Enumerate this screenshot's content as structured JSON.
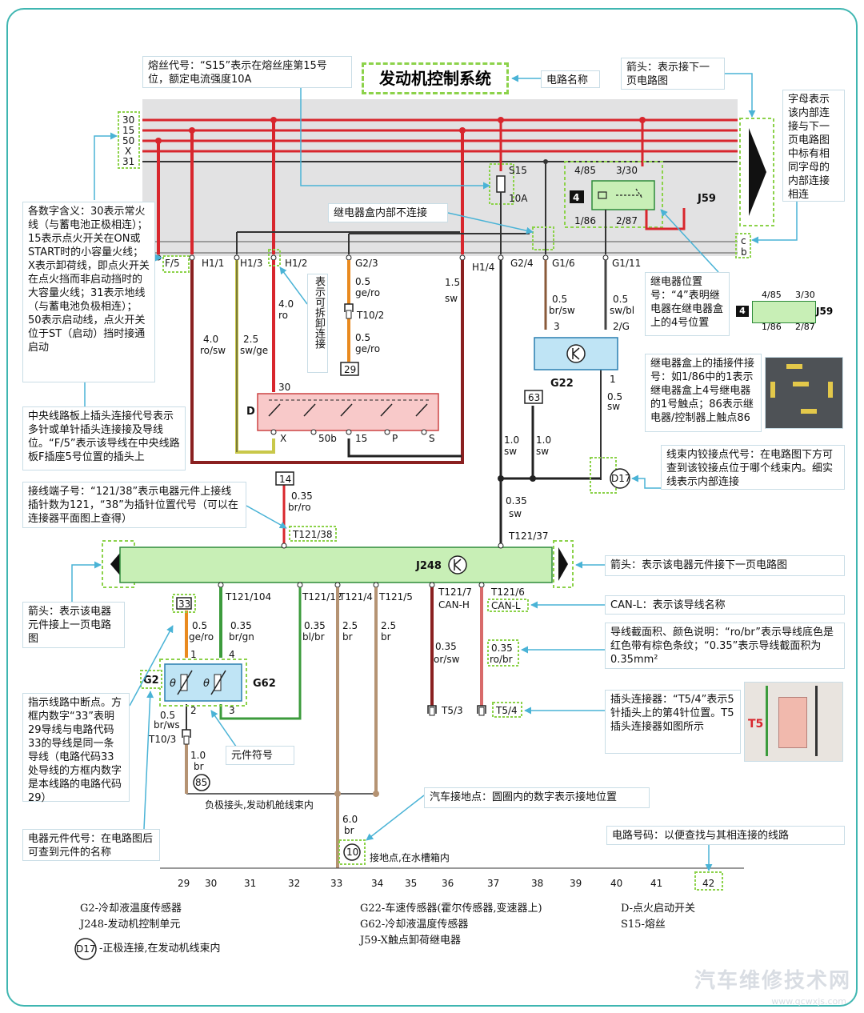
{
  "title": "发动机控制系统",
  "colors": {
    "red": "#d8262d",
    "green_box": "#c8efb6",
    "blue_box": "#bfe4f5",
    "callout_line": "#4ab3d6",
    "dashed": "#8cd24a"
  },
  "rails": [
    "30",
    "15",
    "50",
    "X",
    "31"
  ],
  "side_letters": [
    "c",
    "b"
  ],
  "connectors": {
    "f5": "F/5",
    "h1_1": "H1/1",
    "h1_3": "H1/3",
    "h1_2": "H1/2",
    "g2_3": "G2/3",
    "h1_4": "H1/4",
    "g2_4": "G2/4",
    "g1_6": "G1/6",
    "g1_11": "G1/11",
    "t10_2": "T10/2",
    "t10_3": "T10/3",
    "t121_38": "T121/38",
    "t121_37": "T121/37",
    "t121_104": "T121/104",
    "t121_12": "T121/12",
    "t121_4": "T121/4",
    "t121_5": "T121/5",
    "t121_7": "T121/7",
    "t121_6": "T121/6",
    "t5_3": "T5/3",
    "t5_4": "T5/4"
  },
  "wires": {
    "w_h11": [
      "4.0",
      "ro/sw"
    ],
    "w_h13": [
      "2.5",
      "sw/ge"
    ],
    "w_h12": [
      "4.0",
      "ro"
    ],
    "w_g23a": [
      "0.5",
      "ge/ro"
    ],
    "w_g23b": [
      "0.5",
      "ge/ro"
    ],
    "w_h14": [
      "1.5",
      "sw"
    ],
    "w_g16": [
      "0.5",
      "br/sw"
    ],
    "w_g111": [
      "0.5",
      "sw/bl"
    ],
    "w_g22": [
      "0.5",
      "sw"
    ],
    "w_s1": [
      "1.0",
      "sw"
    ],
    "w_s2": [
      "1.0",
      "sw"
    ],
    "w_s3": [
      "0.35",
      "sw"
    ],
    "w_14": [
      "0.35",
      "br/ro"
    ],
    "w_33": [
      "0.5",
      "ge/ro"
    ],
    "w_104": [
      "0.35",
      "br/gn"
    ],
    "w_12": [
      "0.35",
      "bl/br"
    ],
    "w_t4": [
      "2.5",
      "br"
    ],
    "w_t5": [
      "2.5",
      "br"
    ],
    "w_canh": [
      "0.35",
      "or/sw"
    ],
    "w_canl": [
      "0.35",
      "ro/br"
    ],
    "w_g2a": [
      "0.5",
      "br/ws"
    ],
    "w_g2b": [
      "1.0",
      "br"
    ],
    "w_gnd": [
      "6.0",
      "br"
    ]
  },
  "components": {
    "s15": "S15",
    "s15_rating": "10A",
    "j59": "J59",
    "relay_pos": "4",
    "relay_pins": [
      "4/85",
      "3/30",
      "1/86",
      "2/87"
    ],
    "g22": "G22",
    "g22_pins": [
      "3",
      "2/G",
      "1"
    ],
    "d": "D",
    "d_pins": [
      "30",
      "X",
      "50b",
      "15",
      "P",
      "S"
    ],
    "j248": "J248",
    "g2": "G2",
    "g62": "G62",
    "g_pins": [
      "1",
      "4",
      "2",
      "3"
    ],
    "can_h": "CAN-H",
    "can_l": "CAN-L"
  },
  "refs": {
    "r29": "29",
    "r63": "63",
    "r14": "14",
    "r33": "33",
    "d17": "D17",
    "g85": "85",
    "g10": "10"
  },
  "inline": {
    "neg_joint": "负极接头,发动机舱线束内",
    "ground_point": "接地点,在水槽箱内"
  },
  "bottom_numbers": [
    "29",
    "30",
    "31",
    "32",
    "33",
    "34",
    "35",
    "36",
    "37",
    "38",
    "39",
    "40",
    "41",
    "42"
  ],
  "annotations": {
    "fuse_code": "熔丝代号：“S15”表示在熔丝座第15号位，额定电流强度10A",
    "circuit_name": "电路名称",
    "arrow_next_page": "箭头：表示接下一页电路图",
    "letters": "字母表示该内部连接与下一页电路图中标有相同字母的内部连接相连",
    "rail_meaning": "各数字含义：30表示常火线（与蓄电池正极相连）；15表示点火开关在ON或START时的小容量火线；X表示卸荷线，即点火开关在点火挡而非启动挡时的大容量火线；31表示地线（与蓄电池负极相连）；50表示启动线，点火开关位于ST（启动）挡时接通启动",
    "relay_box_no_conn": "继电器盒内部不连接",
    "removable": "表示可拆卸连接",
    "relay_position": "继电器位置号：“4”表明继电器在继电器盒上的4号位置",
    "relay_plug": "继电器盒上的插接件接号：如1/86中的1表示继电器盒上4号继电器的1号触点；86表示继电器/控制器上触点86",
    "center_board": "中央线路板上插头连接代号表示多针或单针插头连接接及导线位。“F/5”表示该导线在中央线路板F插座5号位置的插头上",
    "harness_joint": "线束内铰接点代号：在电路图下方可查到该铰接点位于哪个线束内。细实线表示内部连接",
    "terminal_code": "接线端子号：“121/38”表示电器元件上接线插针数为121，“38”为插针位置代号（可以在连接器平面图上查得）",
    "arrow_next_component": "箭头：表示该电器元件接下一页电路图",
    "arrow_prev": "箭头：表示该电器元件接上一页电路图",
    "can_l": "CAN-L：表示该导线名称",
    "wire_spec": "导线截面积、颜色说明：“ro/br”表示导线底色是红色带有棕色条纹；“0.35”表示导线截面积为0.35mm²",
    "break_point": "指示线路中断点。方框内数字“33”表明29导线与电路代码33的导线是同一条导线（电路代码33处导线的方框内数字是本线路的电路代码29）",
    "plug_t5": "插头连接器：“T5/4”表示5针插头上的第4针位置。T5插头连接器如图所示",
    "t5_photo": "T5",
    "component_symbol": "元件符号",
    "ground_point": "汽车接地点：圆圈内的数字表示接地位置",
    "component_code": "电器元件代号：在电路图后可查到元件的名称",
    "circuit_number": "电路号码：以便查找与其相连接的线路"
  },
  "legend": {
    "g2": "G2-冷却液温度传感器",
    "j248": "J248-发动机控制单元",
    "d17": "-正极连接,在发动机线束内",
    "g22": "G22-车速传感器(霍尔传感器,变速器上)",
    "g62": "G62-冷却液温度传感器",
    "j59": "J59-X触点卸荷继电器",
    "d": "D-点火启动开关",
    "s15": "S15-熔丝"
  },
  "watermark": {
    "main": "汽车维修技术网",
    "url": "www.qcwxjs.com"
  }
}
